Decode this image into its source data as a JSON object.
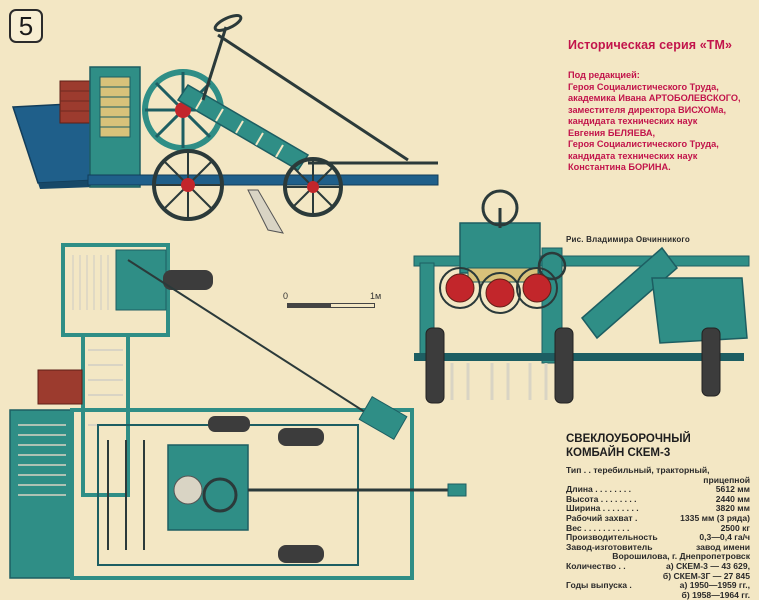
{
  "page_number": "5",
  "series_title": "Историческая серия «ТМ»",
  "editors": [
    "Под редакцией:",
    "Героя Социалистического Труда,",
    "академика Ивана АРТОБОЛЕВСКОГО,",
    "заместителя директора ВИСХОМа,",
    "кандидата технических наук",
    "Евгения БЕЛЯЕВА,",
    "Героя Социалистического Труда,",
    "кандидата технических наук",
    "Константина БОРИНА."
  ],
  "illustrator": "Рис. Владимира Овчинникого",
  "scale": {
    "zero": "0",
    "unit": "1м"
  },
  "machine_title": [
    "СВЕКЛОУБОРОЧНЫЙ",
    "КОМБАЙН СКЕМ-3"
  ],
  "specs": {
    "type_label": "Тип . . теребильный, тракторный,",
    "type_cont": "прицепной",
    "length_label": "Длина . . . . . . . .",
    "length_value": "5612 мм",
    "height_label": "Высота . . . . . . . .",
    "height_value": "2440 мм",
    "width_label": "Ширина . . . . . . . .",
    "width_value": "3820 мм",
    "capture_label": "Рабочий захват .",
    "capture_value": "1335 мм (3 ряда)",
    "weight_label": "Вес . . . . . . . . . .",
    "weight_value": "2500 кг",
    "productivity_label": "Производительность",
    "productivity_value": "0,3—0,4 га/ч",
    "maker_label": "Завод-изготовитель",
    "maker_value": "завод имени",
    "maker_cont": "Ворошилова, г. Днепропетровск",
    "quantity_label": "Количество . .",
    "quantity_value": "а) СКЕМ-3 — 43 629,",
    "quantity_cont": "б) СКЕМ-3Г — 27 845",
    "years_label": "Годы выпуска .",
    "years_value": "а) 1950—1959 гг.,",
    "years_cont": "б) 1958—1964 гг."
  },
  "colors": {
    "teal": "#2f8e86",
    "dark_teal": "#1d5e62",
    "blue": "#1f5f8a",
    "red": "#c2262b",
    "accent_text": "#c2144b",
    "background": "#f3e7c4"
  }
}
